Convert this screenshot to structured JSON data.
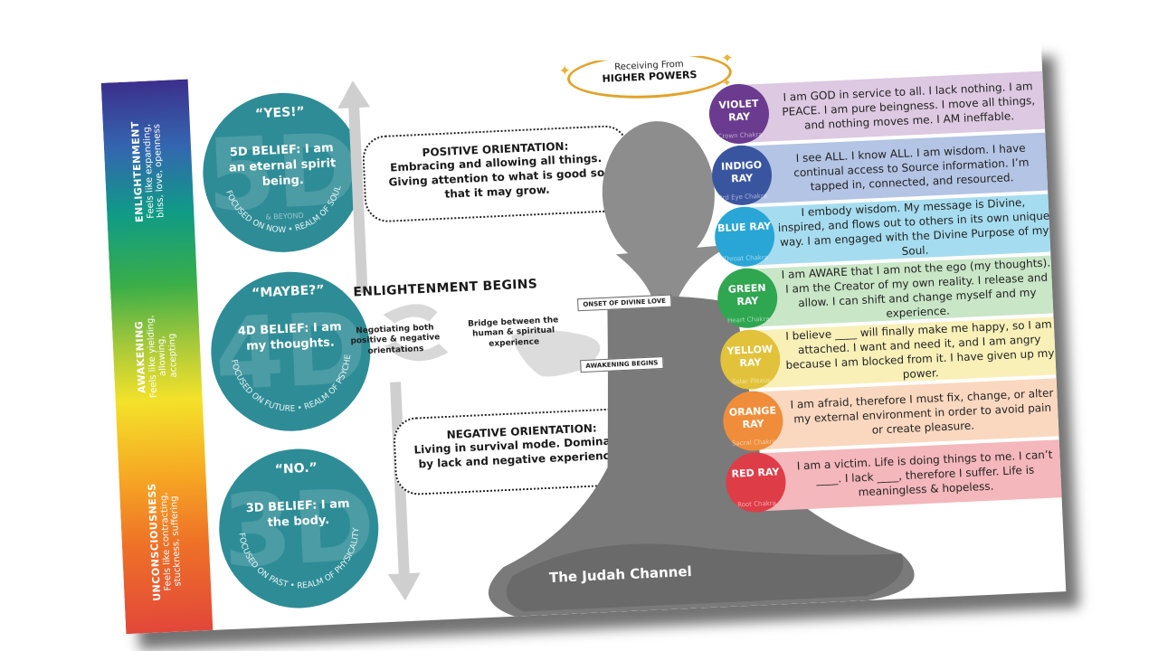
{
  "header": {
    "line1": "Receiving From",
    "line2": "HIGHER POWERS"
  },
  "side_bar": {
    "enlightenment": {
      "title": "ENLIGHTENMENT",
      "feels": "Feels like expanding, bliss, love, openness"
    },
    "awakening": {
      "title": "AWAKENING",
      "feels": "Feels like yielding, allowing, accepting"
    },
    "unconsciousness": {
      "title": "UNCONSCIOUSNESS",
      "feels": "Feels like contracting, stuckness, suffering"
    }
  },
  "circles": [
    {
      "answer": "“YES!”",
      "big": "5D",
      "sub": "& BEYOND",
      "belief": "5D BELIEF: I am an eternal spirit being.",
      "arc": "FOCUSED ON NOW • REALM OF SOUL"
    },
    {
      "answer": "“MAYBE?”",
      "big": "4D",
      "sub": "",
      "belief": "4D BELIEF: I am my thoughts.",
      "arc": "FOCUSED ON FUTURE • REALM OF PSYCHE"
    },
    {
      "answer": "“NO.”",
      "big": "3D",
      "sub": "",
      "belief": "3D BELIEF: I am the body.",
      "arc": "FOCUSED ON PAST • REALM OF PHYSICALITY"
    }
  ],
  "positive": {
    "title": "POSITIVE ORIENTATION:",
    "body": "Embracing and allowing all things. Giving attention to what is good so that it may grow."
  },
  "negative": {
    "title": "NEGATIVE ORIENTATION:",
    "body": "Living in survival mode. Dominated by lack and negative experiences."
  },
  "enlightenment_begins": "ENLIGHTENMENT BEGINS",
  "negotiating": "Negotiating both positive & negative orientations",
  "bridge": "Bridge between the human & spiritual experience",
  "ribbons": {
    "divine_love": "ONSET OF DIVINE LOVE",
    "awakening": "AWAKENING BEGINS"
  },
  "rays": [
    {
      "name": "VIOLET RAY",
      "chakra": "Crown Chakra",
      "color": "#6a3b8f",
      "band": "#ddc9e1",
      "text": "I am GOD in service to all. I lack nothing. I am PEACE. I am pure beingness. I move all things, and nothing moves me. I AM ineffable."
    },
    {
      "name": "INDIGO RAY",
      "chakra": "3rd Eye Chakra",
      "color": "#3a55a0",
      "band": "#b3c4e4",
      "text": "I see ALL. I know ALL. I am wisdom. I have continual access to Source information. I’m tapped in, connected, and resourced."
    },
    {
      "name": "BLUE RAY",
      "chakra": "Throat Chakra",
      "color": "#29a6d6",
      "band": "#a6dcef",
      "text": "I embody wisdom. My message is Divine, inspired, and flows out to others in its own unique way. I am engaged with the Divine Purpose of my Soul."
    },
    {
      "name": "GREEN RAY",
      "chakra": "Heart Chakra",
      "color": "#2fa650",
      "band": "#c9e6c7",
      "text": "I am AWARE that I am not the ego (my thoughts). I am the Creator of my own reality. I release and allow. I can shift and change myself and my experience."
    },
    {
      "name": "YELLOW RAY",
      "chakra": "Solar Plexus",
      "color": "#e2c23a",
      "band": "#f9f0b8",
      "text": "I believe ____ will finally make me happy, so I am attached. I want and need it, and I am angry because I am blocked from it. I have given up my power."
    },
    {
      "name": "ORANGE RAY",
      "chakra": "Sacral Chakra",
      "color": "#ef8d3a",
      "band": "#fad8bf",
      "text": "I am afraid, therefore I must fix, change, or alter my external environment in order to avoid pain or create pleasure."
    },
    {
      "name": "RED RAY",
      "chakra": "Root Chakra",
      "color": "#de3c47",
      "band": "#f4b7bb",
      "text": "I am a victim. Life is doing things to me. I can’t ____. I lack ____, therefore I suffer. Life is meaningless & hopeless."
    }
  ],
  "brand": "The Judah Channel"
}
